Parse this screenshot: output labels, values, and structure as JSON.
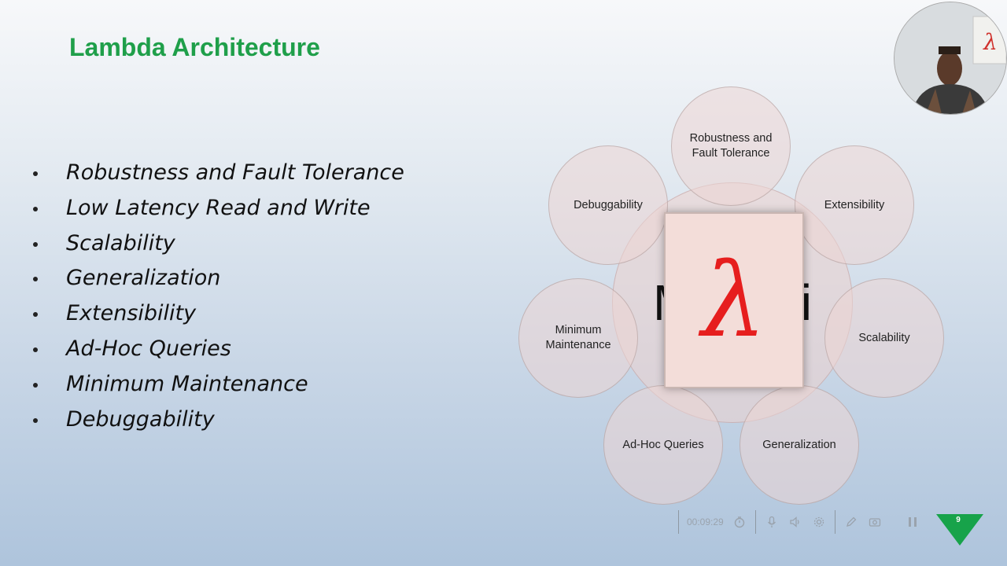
{
  "slide": {
    "title": "Lambda Architecture",
    "bullets": [
      "Robustness and Fault Tolerance",
      "Low Latency Read and Write",
      "Scalability",
      "Generalization",
      "Extensibility",
      "Ad-Hoc Queries",
      "Minimum Maintenance",
      "Debuggability"
    ]
  },
  "diagram": {
    "center_left_char": "M",
    "center_right_char": "i",
    "card_symbol": "λ",
    "nodes": [
      "Robustness and Fault Tolerance",
      "Extensibility",
      "Scalability",
      "Generalization",
      "Ad-Hoc Queries",
      "Minimum Maintenance",
      "Debuggability"
    ]
  },
  "player": {
    "timer": "00:09:29",
    "slide_number": "9"
  },
  "colors": {
    "title": "#1f9f4a",
    "lambda": "#e61e1e",
    "badge": "#17a34a"
  }
}
